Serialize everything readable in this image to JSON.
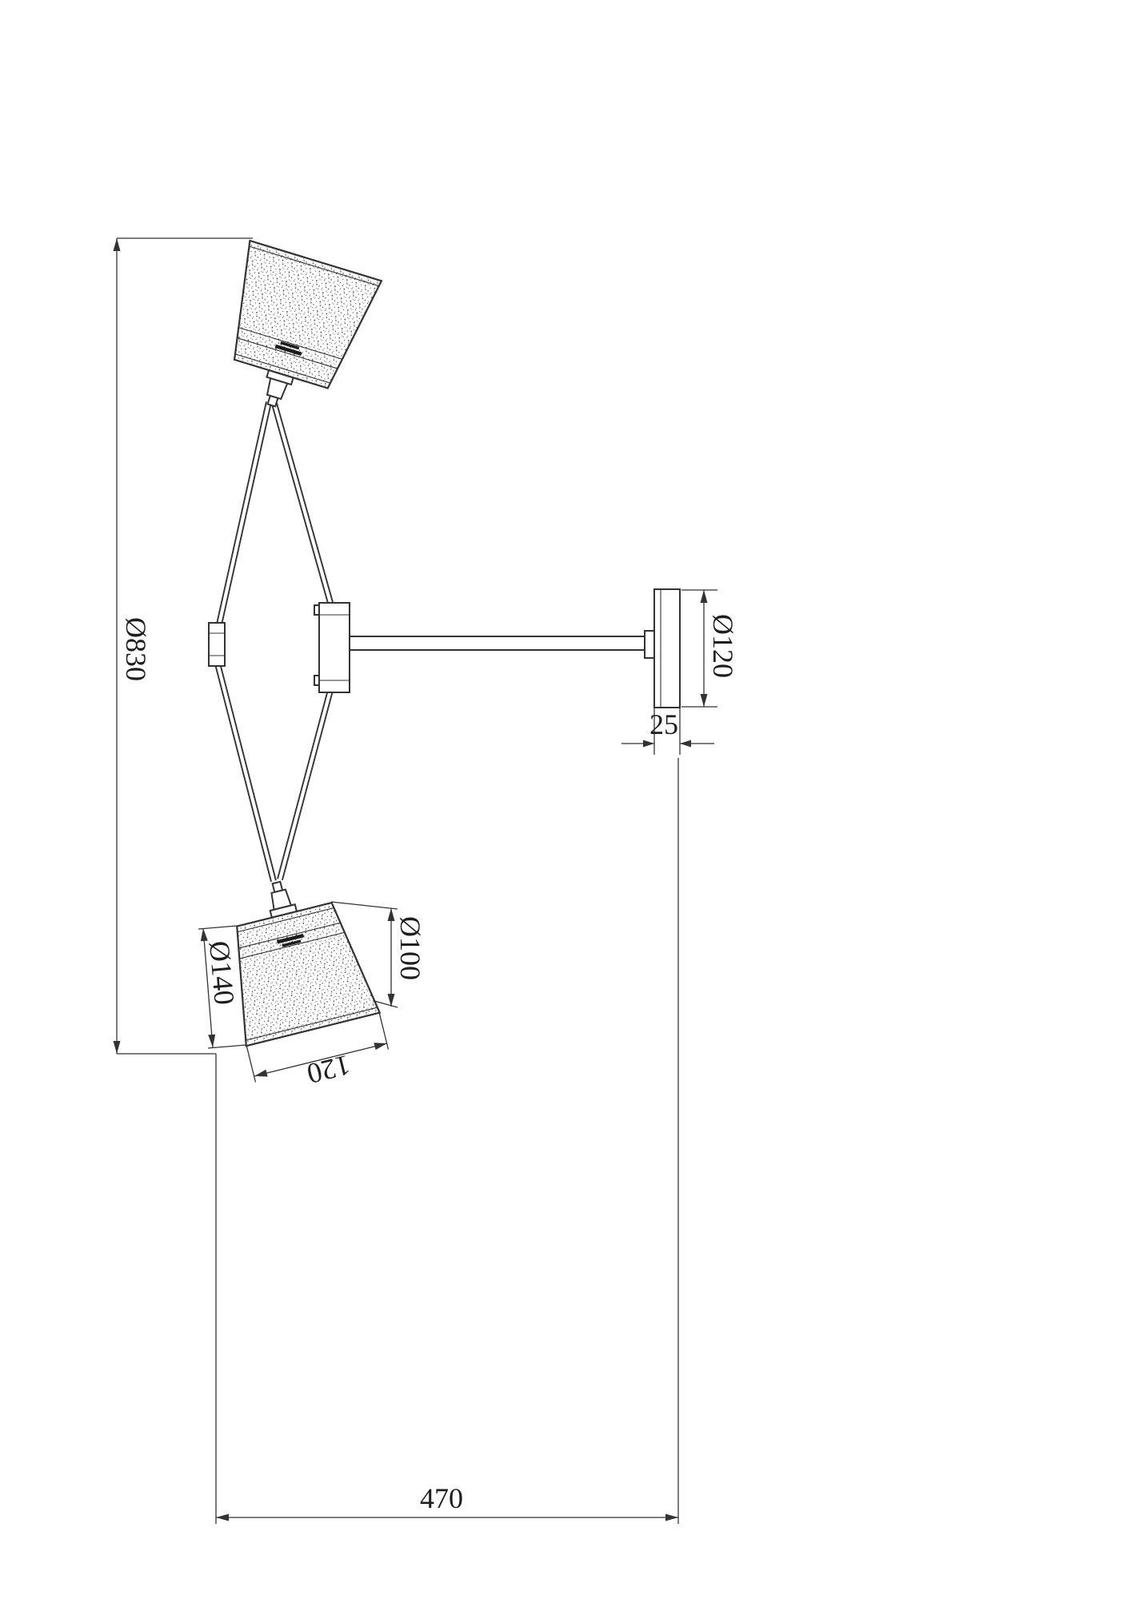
{
  "drawing": {
    "kind": "wall-lamp-technical-drawing"
  },
  "dimensions": {
    "overall_height": "Ø830",
    "mount_plate_diameter": "Ø120",
    "mount_plate_thickness": "25",
    "shade_top_diameter": "Ø100",
    "shade_bottom_diameter": "Ø140",
    "shade_height": "120",
    "projection": "470"
  },
  "colors": {
    "line": "#333333",
    "stipple": "#3d3d3d",
    "background": "#ffffff"
  }
}
